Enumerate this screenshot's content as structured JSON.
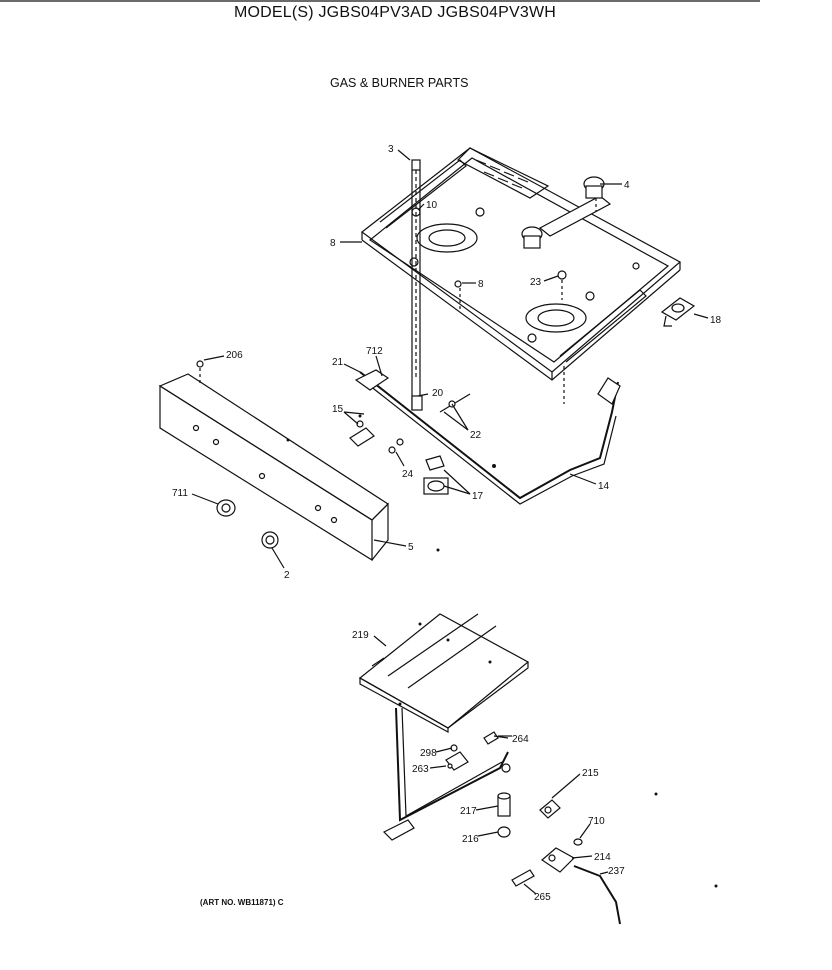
{
  "header": {
    "title": "MODEL(S) JGBS04PV3AD  JGBS04PV3WH",
    "subtitle": "GAS & BURNER PARTS"
  },
  "footer": {
    "art_number": "(ART NO. WB11871) C"
  },
  "callouts": {
    "c3": "3",
    "c4": "4",
    "c10": "10",
    "c8a": "8",
    "c8b": "8",
    "c23": "23",
    "c18": "18",
    "c206": "206",
    "c21": "21",
    "c712": "712",
    "c20": "20",
    "c15": "15",
    "c22": "22",
    "c24": "24",
    "c17": "17",
    "c14": "14",
    "c711": "711",
    "c5": "5",
    "c2": "2",
    "c219": "219",
    "c264": "264",
    "c298": "298",
    "c263": "263",
    "c215": "215",
    "c217": "217",
    "c710": "710",
    "c216": "216",
    "c214": "214",
    "c237": "237",
    "c265": "265"
  }
}
